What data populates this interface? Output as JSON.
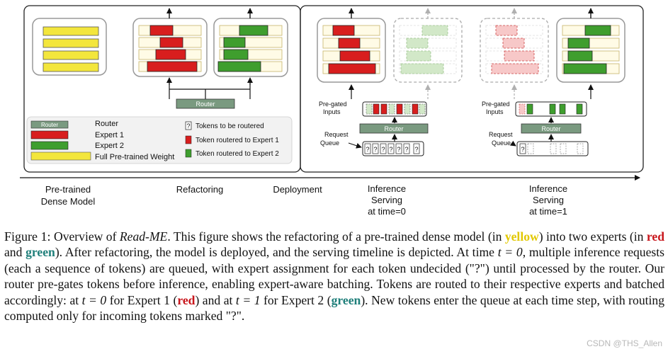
{
  "figure": {
    "stages": {
      "pretrained_line1": "Pre-trained",
      "pretrained_line2": "Dense Model",
      "refactoring": "Refactoring",
      "deployment": "Deployment",
      "inference0_line1": "Inference",
      "inference0_line2": "Serving",
      "inference0_line3": "at time=0",
      "inference1_line1": "Inference",
      "inference1_line2": "Serving",
      "inference1_line3": "at time=1"
    },
    "router_label": "Router",
    "pregated_line1": "Pre-gated",
    "pregated_line2": "Inputs",
    "request_line1": "Request",
    "request_line2": "Queue",
    "unknown_token": "?",
    "legend": {
      "router": "Router",
      "expert1": "Expert 1",
      "expert2": "Expert 2",
      "full_weight": "Full Pre-trained Weight",
      "tokens_to_route": "Tokens to be routered",
      "token_expert1": "Token routered to Expert 1",
      "token_expert2": "Token routered to Expert 2"
    },
    "colors": {
      "red": "#d81e1e",
      "green": "#3f9e2e",
      "yellow": "#f3e63c",
      "router": "#7a9a80",
      "light_red": "#f7c8c8",
      "light_green": "#d2e8c8"
    }
  },
  "caption": {
    "fig_label": "Figure 1:",
    "t1": " Overview of ",
    "name": "Read-ME",
    "t2": ". This figure shows the refactoring of a pre-trained dense model (in ",
    "yellow": "yellow",
    "t3": ") into two experts (in ",
    "red": "red",
    "t4": " and ",
    "green": "green",
    "t5": "). After refactoring, the model is deployed, and the serving timeline is depicted. At time ",
    "m1": "t = 0",
    "t6": ", multiple inference requests (each a sequence of tokens) are queued, with expert assignment for each token undecided (\"?\") until processed by the router. Our router pre-gates tokens before inference, enabling expert-aware batching. Tokens are routed to their respective experts and batched accordingly: at ",
    "m2": "t = 0",
    "t7": " for Expert 1 (",
    "red2": "red",
    "t8": ") and at ",
    "m3": "t = 1",
    "t9": " for Expert 2 (",
    "green2": "green",
    "t10": "). New tokens enter the queue at each time step, with routing computed only for incoming tokens marked \"?\"."
  },
  "watermark": "CSDN @THS_Allen"
}
